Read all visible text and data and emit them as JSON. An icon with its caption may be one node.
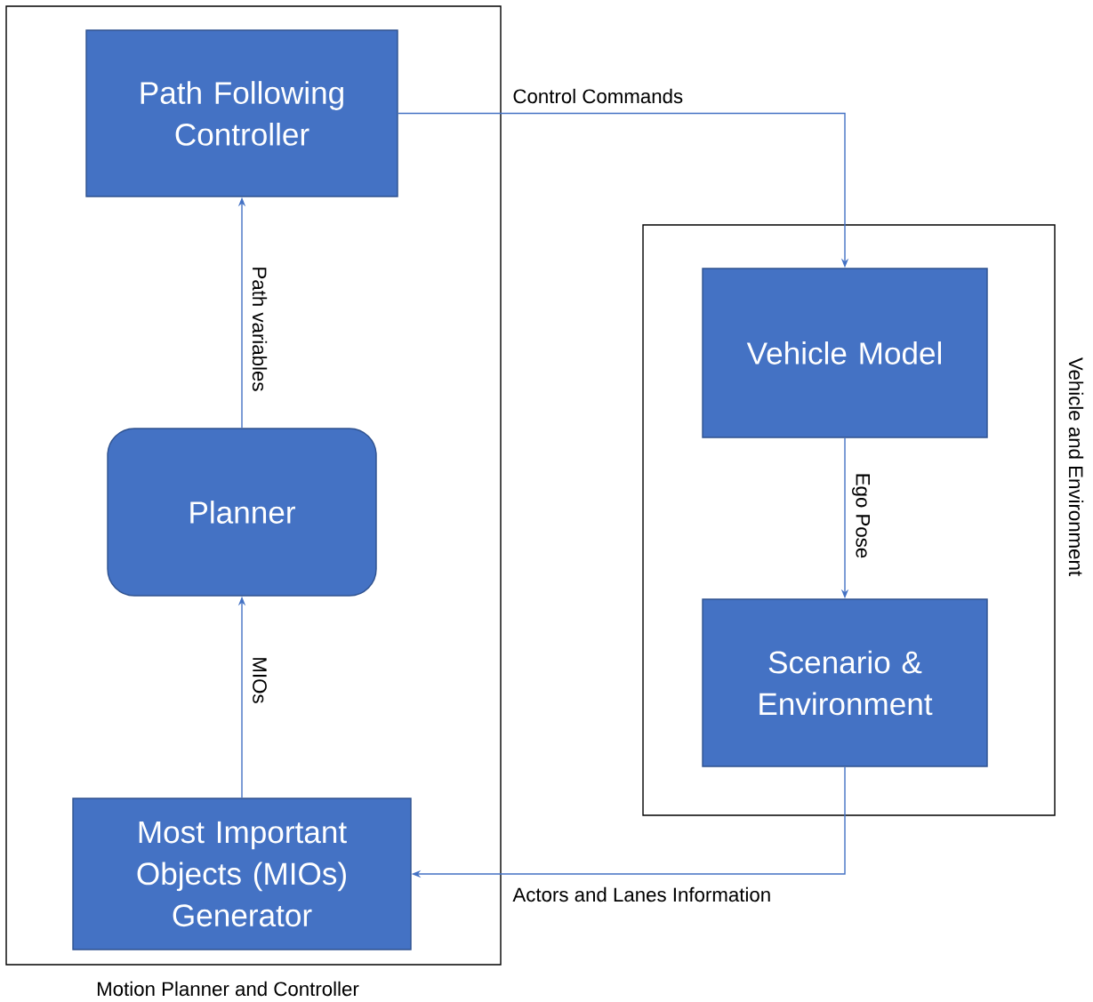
{
  "diagram": {
    "nodes": [
      {
        "text": [
          "Motion Planner and Controller"
        ]
      },
      {
        "text": [
          "Path Following Controller"
        ],
        "in": 0
      },
      {
        "text": [
          "Planner"
        ],
        "in": 0
      },
      {
        "text": [
          "Most Important Objects (MIOs) Generator"
        ],
        "in": 0
      },
      {
        "text": [
          "Vehicle and Environment"
        ]
      },
      {
        "text": [
          "Vehicle Model"
        ],
        "in": 4
      },
      {
        "text": [
          "Scenario & Environment"
        ],
        "in": 4
      }
    ],
    "edges": [
      {
        "from": 1,
        "to": 5,
        "arrow": "to",
        "label": "Control Commands"
      },
      {
        "from": 2,
        "to": 1,
        "arrow": "to",
        "label": "Path variables"
      },
      {
        "from": 3,
        "to": 2,
        "arrow": "to",
        "label": "MIOs"
      },
      {
        "from": 5,
        "to": 6,
        "arrow": "to",
        "label": "Ego Pose"
      },
      {
        "from": 6,
        "to": 3,
        "arrow": "to",
        "label": "Actors and Lanes Information"
      }
    ]
  }
}
